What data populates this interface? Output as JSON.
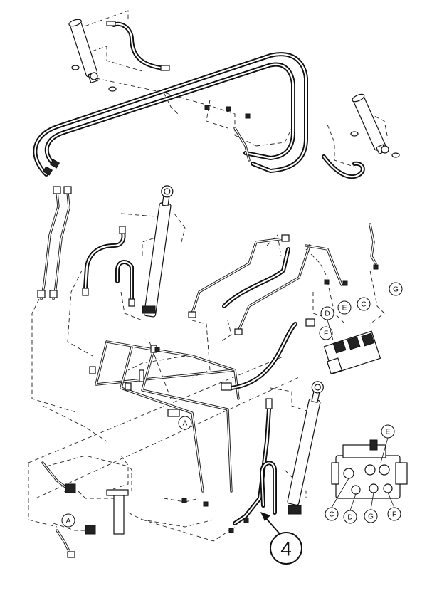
{
  "callouts": {
    "a_mid": "A",
    "a_low": "A",
    "d_top": "D",
    "e_top": "E",
    "c_top": "C",
    "g_top": "G",
    "f_top": "F",
    "e_valve": "E",
    "c_valve": "C",
    "d_valve": "D",
    "g_valve": "G",
    "f_valve": "F"
  },
  "reference_number": "4"
}
